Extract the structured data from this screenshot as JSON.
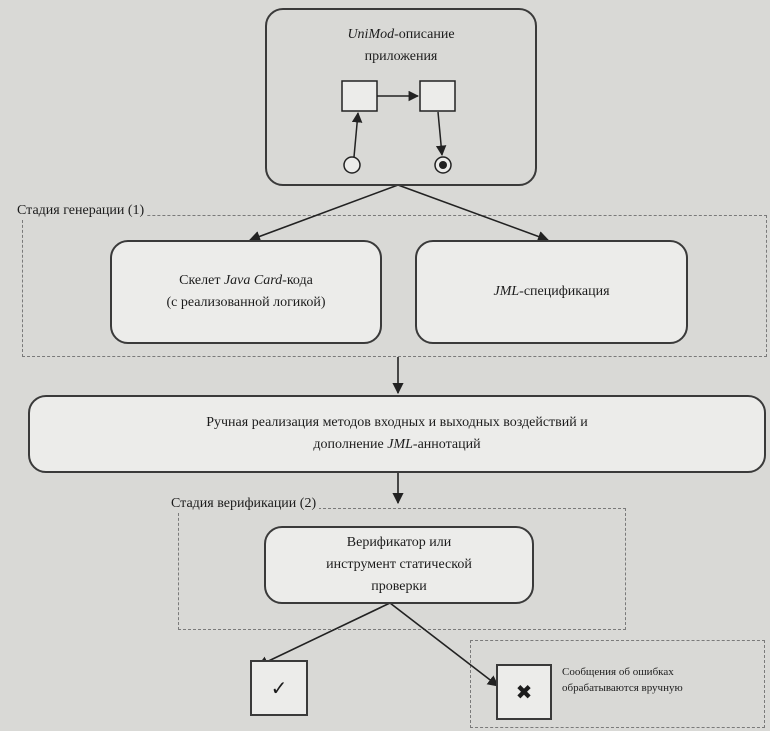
{
  "diagram": {
    "uml_box": {
      "prefix": "UniMod",
      "suffix": "-описание",
      "line2": "приложения"
    },
    "stage_generation": "Стадия генерации (1)",
    "skeleton_box": {
      "line1_prefix": "Скелет ",
      "line1_em": "Java Card",
      "line1_suffix": "-кода",
      "line2": "(с реализованной логикой)"
    },
    "jml_box": {
      "em": "JML",
      "suffix": "-спецификация"
    },
    "manual_box": {
      "line1": "Ручная реализация методов входных и выходных воздействий и",
      "line2_prefix": "дополнение ",
      "line2_em": "JML",
      "line2_suffix": "-аннотаций"
    },
    "stage_verification": "Стадия верификации (2)",
    "verifier_box": {
      "line1": "Верификатор или",
      "line2": "инструмент статической",
      "line3": "проверки"
    },
    "ok_mark": "✓",
    "fail_mark": "✖",
    "error_note": {
      "line1": "Сообщения об ошибках",
      "line2": "обрабатываются вручную"
    }
  }
}
